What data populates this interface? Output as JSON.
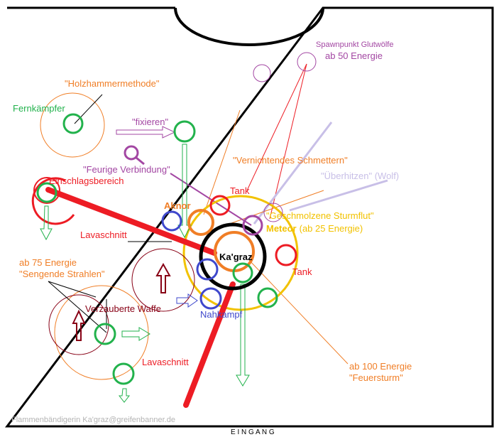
{
  "labels": {
    "spawn_title": "Spawnpunkt Glutwölfe",
    "spawn_energy": "ab 50 Energie",
    "holzhammer": "\"Holzhammermethode\"",
    "fernkaempfer": "Fernkämpfer",
    "fixieren": "\"fixieren\"",
    "vernichtendes": "\"Vernichtendes Schmettern\"",
    "feurige": "\"Feurige Verbindung\"",
    "ueberhitzen": "\"Überhitzen\" (Wolf)",
    "einschlag": "Einschlagsbereich",
    "tank_top": "Tank",
    "aknor": "Aknor",
    "sturmflut": "\"Geschmolzene Sturmflut\"",
    "meteor_word": "Meteor",
    "meteor_energy": "(ab 25 Energie)",
    "lavaschnitt_1": "Lavaschnitt",
    "boss": "Ka'graz",
    "tank_right": "Tank",
    "ab75": "ab 75 Energie",
    "sengende": "\"Sengende Strahlen\"",
    "verzauberte": "Verzauberte Waffe",
    "nahkampf": "Nahkampf",
    "ab100": "ab 100 Energie",
    "feuersturm": "\"Feuersturm\"",
    "lavaschnitt_2": "Lavaschnitt",
    "credit": "Flammenbändigerin Ka'graz@greifenbanner.de",
    "eingang": "E I N G A N G"
  },
  "colors": {
    "orange": "#f07e26",
    "purple": "#a347a3",
    "green": "#22b24c",
    "red": "#ed1c24",
    "blue": "#3f48cc",
    "yellow": "#f2c200",
    "lavender": "#c8bfe7",
    "darkred": "#880015",
    "black": "#000000",
    "gray": "#b4b4b4"
  }
}
